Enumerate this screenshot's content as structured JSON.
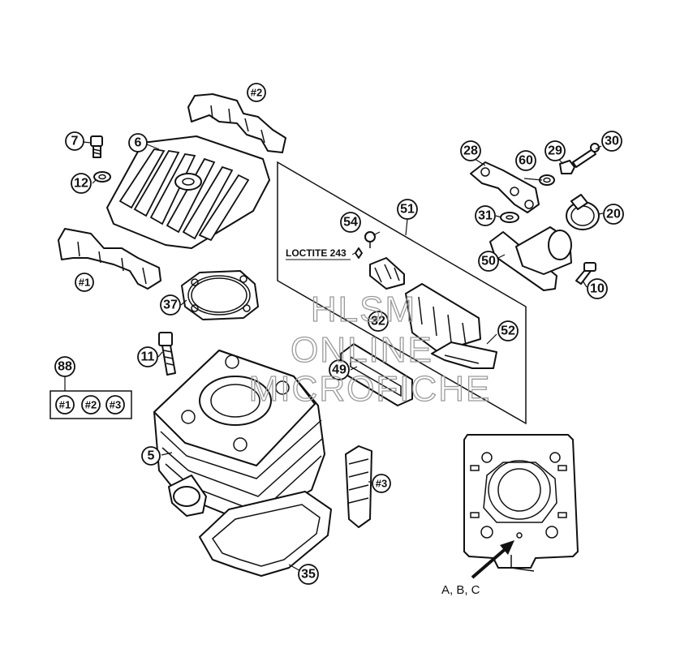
{
  "callouts": {
    "c2": "#2",
    "c7": "7",
    "c6": "6",
    "c12": "12",
    "c1": "#1",
    "c37": "37",
    "c11": "11",
    "c88": "88",
    "k1": "#1",
    "k2": "#2",
    "k3": "#3",
    "c5": "5",
    "c3": "#3",
    "c35": "35",
    "c54": "54",
    "c51": "51",
    "c32": "32",
    "c52": "52",
    "c49": "49",
    "c28": "28",
    "c60": "60",
    "c29": "29",
    "c30": "30",
    "c31": "31",
    "c20": "20",
    "c50": "50",
    "c10": "10"
  },
  "labels": {
    "loctite": "LOCTITE 243",
    "abc": "A, B, C"
  },
  "watermark": {
    "line1": "HLSM",
    "line2": "ONLINE",
    "line3": "MICROFICHE"
  }
}
